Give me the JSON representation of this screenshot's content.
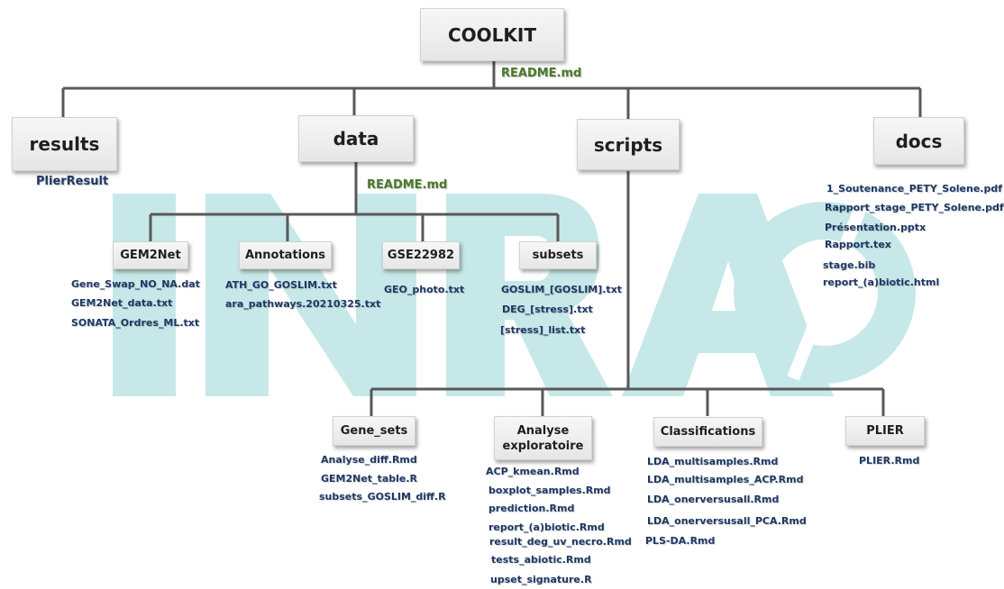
{
  "watermark": {
    "text": "INRAØ",
    "color": "#c7e8e8"
  },
  "root": {
    "label": "COOLKIT",
    "readme": "README.md"
  },
  "top": {
    "results": {
      "label": "results",
      "item": "PlierResult"
    },
    "data": {
      "label": "data",
      "readme": "README.md"
    },
    "scripts": {
      "label": "scripts"
    },
    "docs": {
      "label": "docs",
      "files": [
        "1_Soutenance_PETY_Solene.pdf",
        "Rapport_stage_PETY_Solene.pdf",
        "Présentation.pptx",
        "Rapport.tex",
        "stage.bib",
        "report_(a)biotic.html"
      ]
    }
  },
  "data_children": {
    "gem2net": {
      "label": "GEM2Net",
      "files": [
        "Gene_Swap_NO_NA.dat",
        "GEM2Net_data.txt",
        "SONATA_Ordres_ML.txt"
      ]
    },
    "annotations": {
      "label": "Annotations",
      "files": [
        "ATH_GO_GOSLIM.txt",
        "ara_pathways.20210325.txt"
      ]
    },
    "gse": {
      "label": "GSE22982",
      "files": [
        "GEO_photo.txt"
      ]
    },
    "subsets": {
      "label": "subsets",
      "files": [
        "GOSLIM_[GOSLIM].txt",
        "DEG_[stress].txt",
        "[stress]_list.txt"
      ]
    }
  },
  "scripts_children": {
    "gene_sets": {
      "label": "Gene_sets",
      "files": [
        "Analyse_diff.Rmd",
        "GEM2Net_table.R",
        "subsets_GOSLIM_diff.R"
      ]
    },
    "analyse": {
      "label1": "Analyse",
      "label2": "exploratoire",
      "files": [
        "ACP_kmean.Rmd",
        "boxplot_samples.Rmd",
        "prediction.Rmd",
        "report_(a)biotic.Rmd",
        "result_deg_uv_necro.Rmd",
        "tests_abiotic.Rmd",
        "upset_signature.R"
      ]
    },
    "classifications": {
      "label": "Classifications",
      "files": [
        "LDA_multisamples.Rmd",
        "LDA_multisamples_ACP.Rmd",
        "LDA_onerversusall.Rmd",
        "LDA_onerversusall_PCA.Rmd",
        "PLS-DA.Rmd"
      ]
    },
    "plier": {
      "label": "PLIER",
      "files": [
        "PLIER.Rmd"
      ]
    }
  }
}
